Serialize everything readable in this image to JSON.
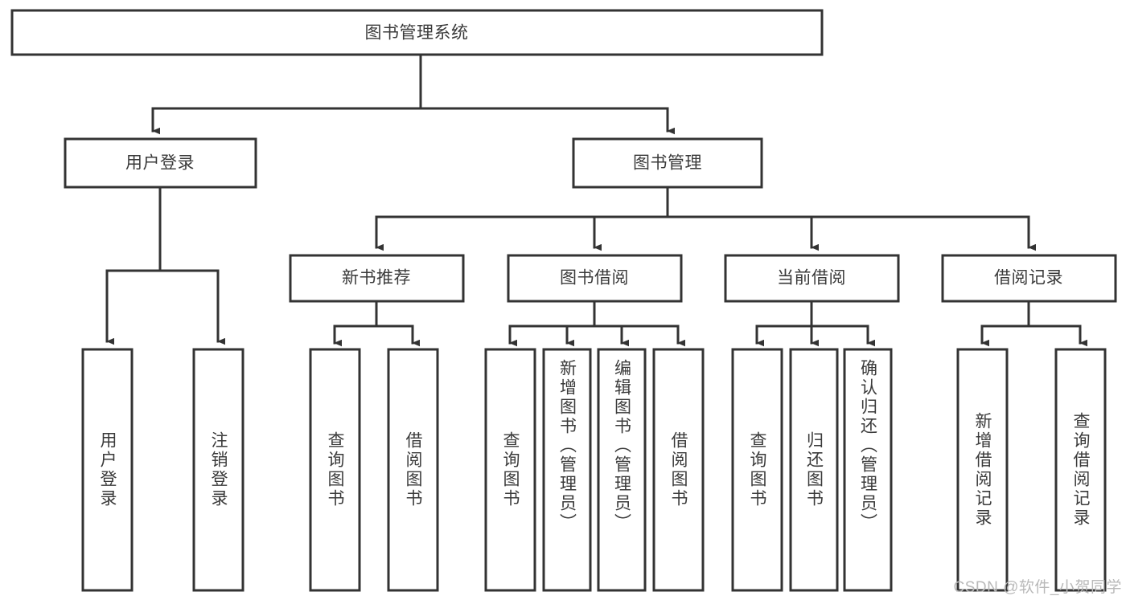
{
  "diagram": {
    "type": "tree-hierarchy",
    "title": "图书管理系统",
    "watermark": "CSDN @软件_小贺同学",
    "colors": {
      "box_stroke": "#333333",
      "box_fill": "#ffffff",
      "text": "#3a3a3a",
      "connector": "#333333",
      "watermark": "#b9b9b9",
      "background": "#ffffff"
    },
    "levels": {
      "root": {
        "label": "图书管理系统"
      },
      "level2": [
        {
          "label": "用户登录"
        },
        {
          "label": "图书管理"
        }
      ],
      "level3": [
        {
          "label": "新书推荐",
          "parent": "图书管理"
        },
        {
          "label": "图书借阅",
          "parent": "图书管理"
        },
        {
          "label": "当前借阅",
          "parent": "图书管理"
        },
        {
          "label": "借阅记录",
          "parent": "图书管理"
        }
      ],
      "leaves": [
        {
          "label": "用户登录",
          "parent": "用户登录"
        },
        {
          "label": "注销登录",
          "parent": "用户登录"
        },
        {
          "label": "查询图书",
          "parent": "新书推荐"
        },
        {
          "label": "借阅图书",
          "parent": "新书推荐"
        },
        {
          "label": "查询图书",
          "parent": "图书借阅"
        },
        {
          "label": "新增图书（管理员）",
          "parent": "图书借阅"
        },
        {
          "label": "编辑图书（管理员）",
          "parent": "图书借阅"
        },
        {
          "label": "借阅图书",
          "parent": "图书借阅"
        },
        {
          "label": "查询图书",
          "parent": "当前借阅"
        },
        {
          "label": "归还图书",
          "parent": "当前借阅"
        },
        {
          "label": "确认归还（管理员）",
          "parent": "当前借阅"
        },
        {
          "label": "新增借阅记录",
          "parent": "借阅记录"
        },
        {
          "label": "查询借阅记录",
          "parent": "借阅记录"
        }
      ]
    }
  }
}
